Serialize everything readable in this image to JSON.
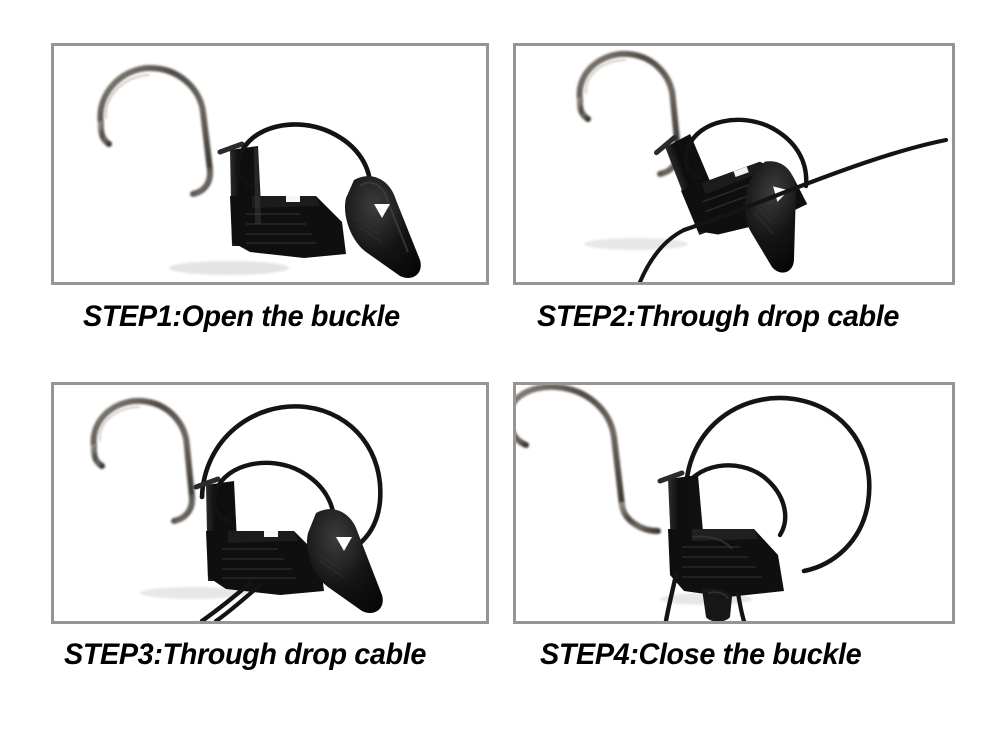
{
  "page": {
    "title": "Drop Wire Clamp Installation Steps",
    "background_color": "#ffffff",
    "frame_border_color": "#959595",
    "caption_color": "#000000",
    "layout": "2x2 grid of bordered product photos with captions below each"
  },
  "palette": {
    "plastic_black": "#111111",
    "plastic_black_highlight": "#3a3a3a",
    "steel_hook": "#4f4a45",
    "steel_hook_highlight": "#9a938c",
    "cable_black": "#141414",
    "photo_background": "#ffffff",
    "shadow_gray": "#d8d8d8"
  },
  "steps": [
    {
      "id": "step-1",
      "caption": "STEP1:Open the buckle",
      "label": "STEP1",
      "action": "Open the buckle",
      "image_alt": "Black drop wire clamp with metal S-hook, buckle wedge open",
      "parts_visible": [
        "s-hook",
        "clamp-body",
        "wedge",
        "bail-wire"
      ]
    },
    {
      "id": "step-2",
      "caption": "STEP2:Through drop cable",
      "label": "STEP2",
      "action": "Through drop cable",
      "image_alt": "Drop cable threaded horizontally through the open clamp",
      "parts_visible": [
        "s-hook",
        "clamp-body",
        "wedge",
        "bail-wire",
        "drop-cable"
      ]
    },
    {
      "id": "step-3",
      "caption": "STEP3:Through drop cable",
      "label": "STEP3",
      "action": "Through drop cable",
      "image_alt": "Drop cable looped over the clamp with both ends exiting below",
      "parts_visible": [
        "s-hook",
        "clamp-body",
        "wedge",
        "bail-wire",
        "drop-cable",
        "cable-loop"
      ]
    },
    {
      "id": "step-4",
      "caption": "STEP4:Close the buckle",
      "label": "STEP4",
      "action": "Close the buckle",
      "image_alt": "Buckle wedge seated into the clamp body, cable secured",
      "parts_visible": [
        "s-hook",
        "clamp-body",
        "wedge-closed",
        "drop-cable",
        "cable-loop"
      ]
    }
  ]
}
